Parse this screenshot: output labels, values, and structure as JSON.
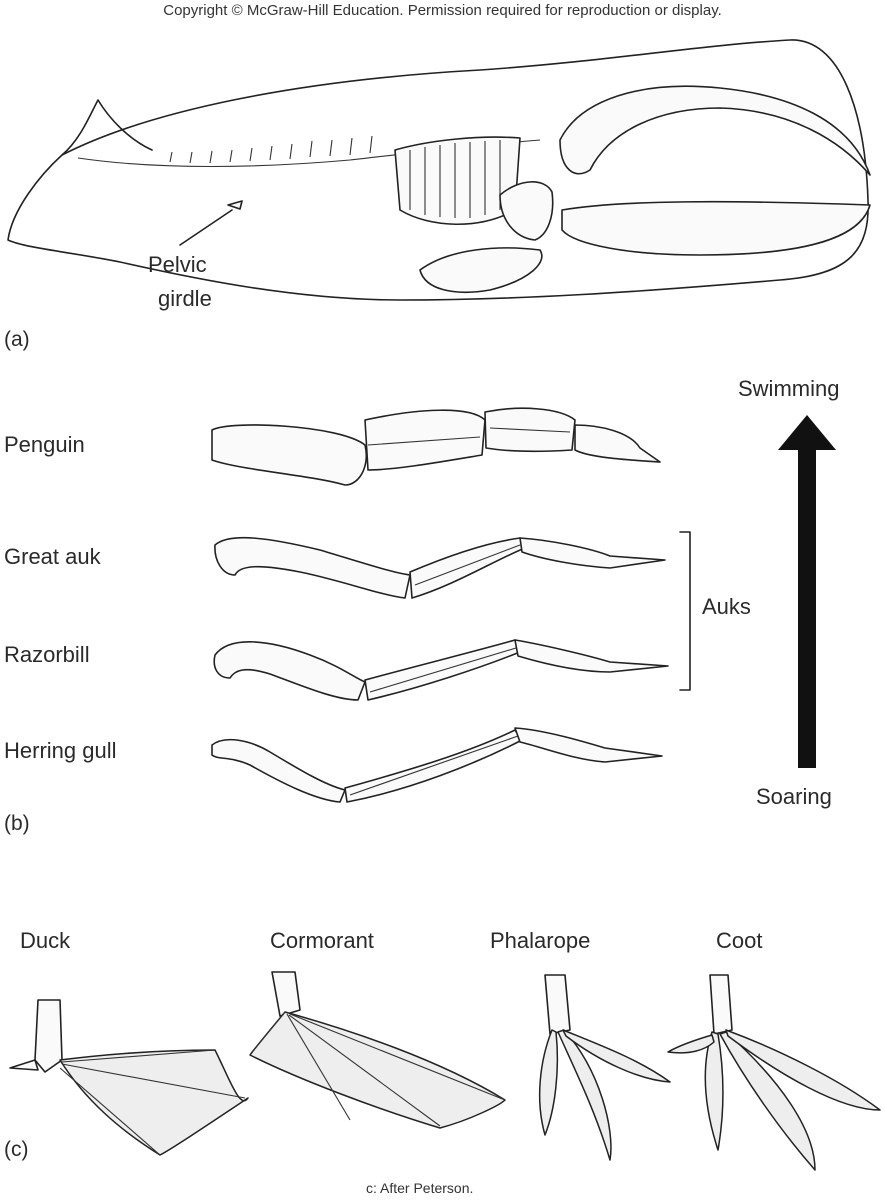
{
  "copyright": "Copyright © McGraw-Hill Education. Permission required for reproduction or display.",
  "panel_a": {
    "label": "(a)",
    "pelvic_label_line1": "Pelvic",
    "pelvic_label_line2": "girdle"
  },
  "panel_b": {
    "label": "(b)",
    "birds": [
      "Penguin",
      "Great auk",
      "Razorbill",
      "Herring gull"
    ],
    "group_label": "Auks",
    "arrow_top": "Swimming",
    "arrow_bottom": "Soaring"
  },
  "panel_c": {
    "label": "(c)",
    "feet": [
      "Duck",
      "Cormorant",
      "Phalarope",
      "Coot"
    ]
  },
  "credit": "c: After Peterson."
}
